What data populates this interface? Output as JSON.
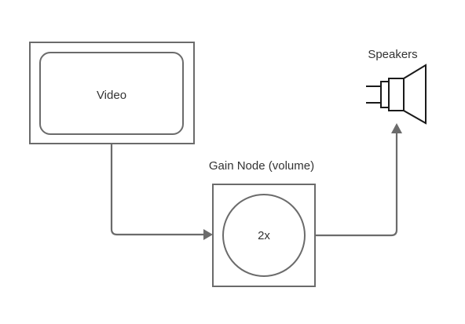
{
  "diagram": {
    "video_label": "Video",
    "gain_node_label": "Gain Node (volume)",
    "gain_value_label": "2x",
    "speakers_label": "Speakers"
  },
  "colors": {
    "stroke": "#6b6b6b",
    "text": "#333333",
    "background": "#ffffff"
  },
  "icons": {
    "speaker": "speaker-icon",
    "arrow": "arrow-head-icon"
  }
}
